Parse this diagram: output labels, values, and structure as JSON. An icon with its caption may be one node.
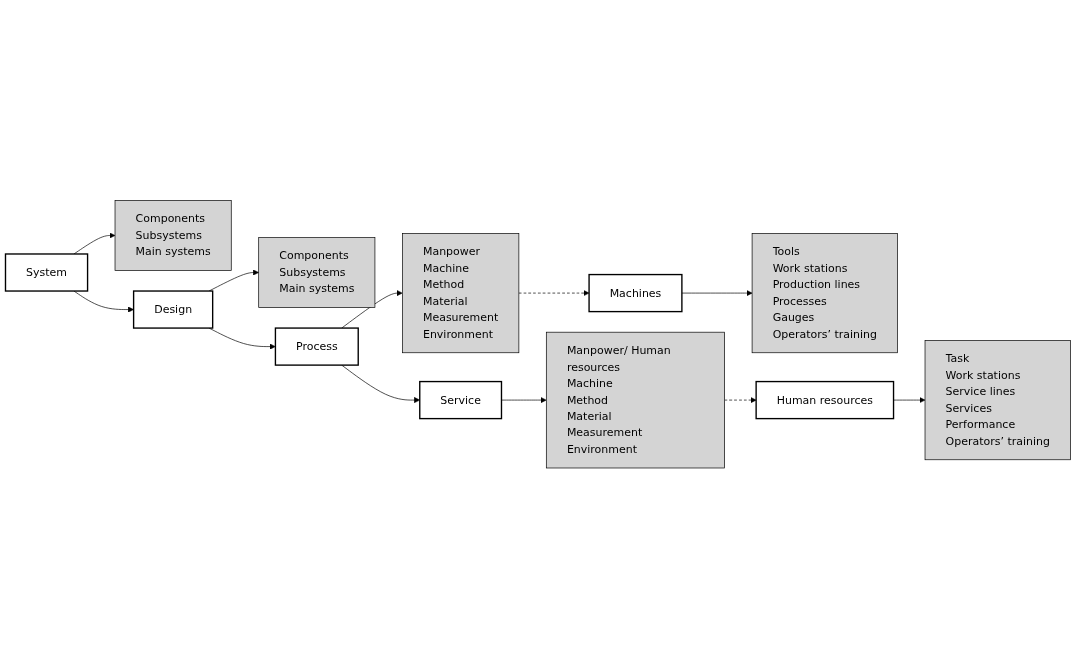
{
  "diagram": {
    "nodes": [
      {
        "text": [
          "System"
        ]
      },
      {
        "text": [
          "Components",
          "Subsystems",
          "Main systems"
        ]
      },
      {
        "text": [
          "Design"
        ]
      },
      {
        "text": [
          "Components",
          "Subsystems",
          "Main systems"
        ]
      },
      {
        "text": [
          "Process"
        ]
      },
      {
        "text": [
          "Manpower",
          "Machine",
          "Method",
          "Material",
          "Measurement",
          "Environment"
        ]
      },
      {
        "text": [
          "Service"
        ]
      },
      {
        "text": [
          "Manpower/ Human resources",
          "Machine",
          "Method",
          "Material",
          "Measurement",
          "Environment"
        ]
      },
      {
        "text": [
          "Machines"
        ]
      },
      {
        "text": [
          "Tools",
          "Work stations",
          "Production lines",
          "Processes",
          "Gauges",
          "Operators’ training"
        ]
      },
      {
        "text": [
          "Human resources"
        ]
      },
      {
        "text": [
          "Task",
          "Work stations",
          "Service lines",
          "Services",
          "Performance",
          "Operators’ training"
        ]
      }
    ],
    "edges": [
      {
        "from": 0,
        "to": 2,
        "arrow": "to"
      },
      {
        "from": 2,
        "to": 4,
        "arrow": "to"
      },
      {
        "from": 4,
        "to": 6,
        "arrow": "to"
      },
      {
        "from": 0,
        "to": 1,
        "arrow": "to"
      },
      {
        "from": 2,
        "to": 3,
        "arrow": "to"
      },
      {
        "from": 4,
        "to": 5,
        "arrow": "to"
      },
      {
        "from": 6,
        "to": 7,
        "arrow": "to"
      },
      {
        "from": 5,
        "to": 8,
        "arrow": "to",
        "style": "dashed"
      },
      {
        "from": 7,
        "to": 10,
        "arrow": "to",
        "style": "dashed"
      },
      {
        "from": 8,
        "to": 9,
        "arrow": "to"
      },
      {
        "from": 10,
        "to": 11,
        "arrow": "to"
      }
    ]
  }
}
